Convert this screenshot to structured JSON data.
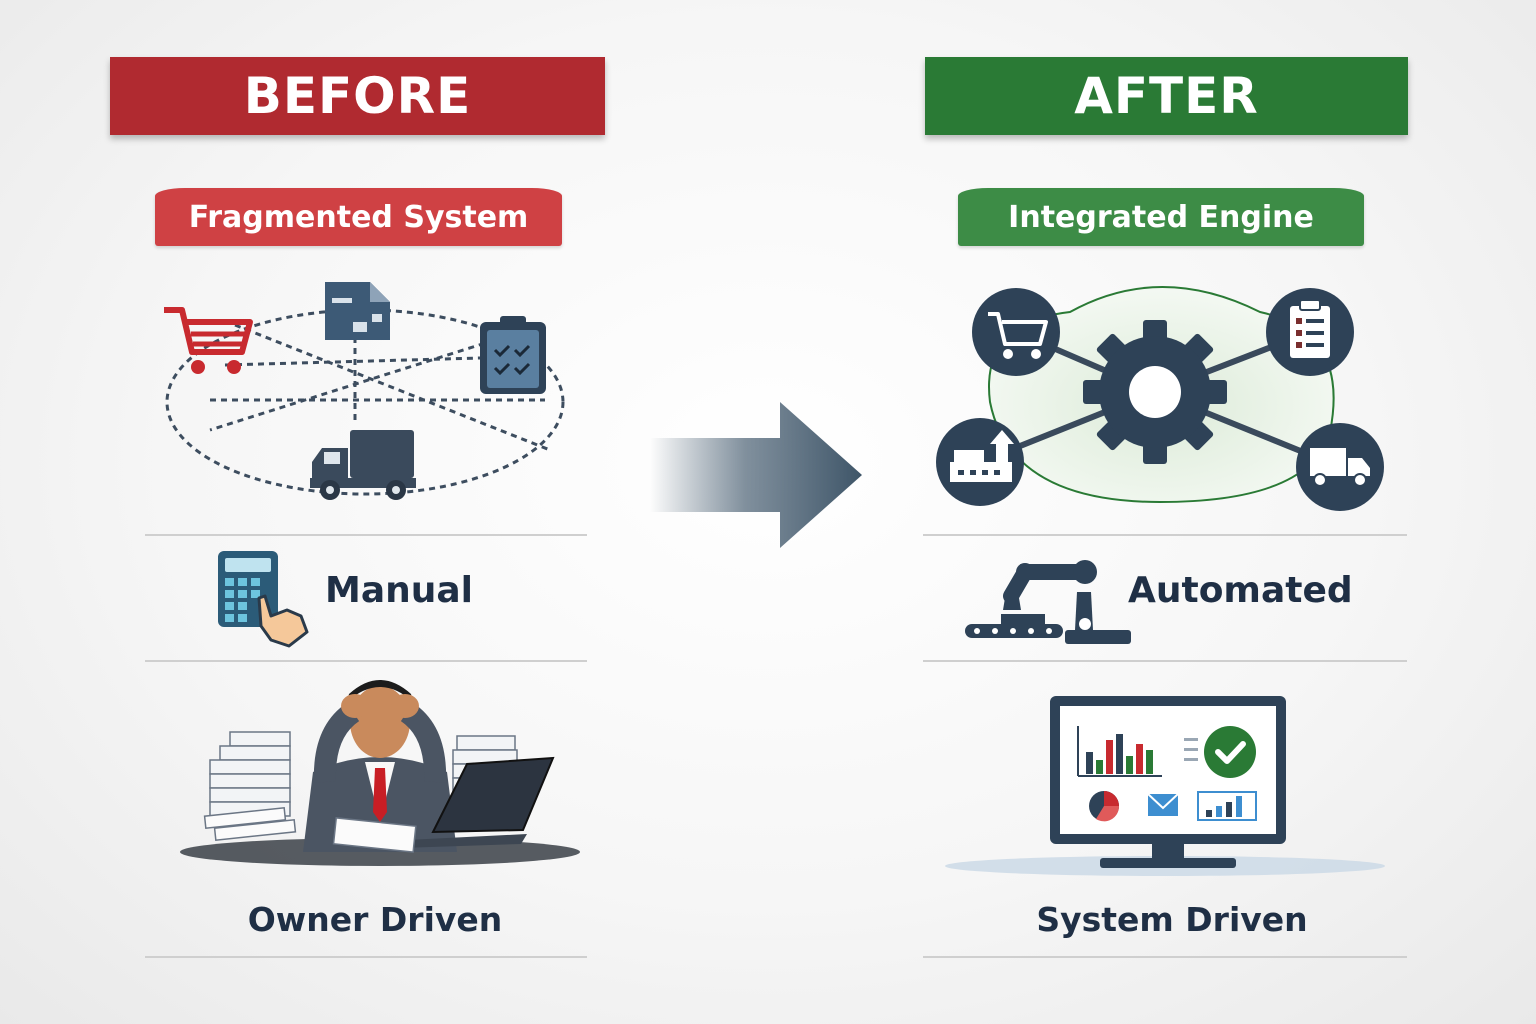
{
  "before": {
    "heading": "BEFORE",
    "subheading": "Fragmented System",
    "process_label": "Manual",
    "driver_label": "Owner Driven"
  },
  "after": {
    "heading": "AFTER",
    "subheading": "Integrated Engine",
    "process_label": "Automated",
    "driver_label": "System Driven"
  },
  "colors": {
    "before_accent": "#b02a30",
    "before_sub": "#cf4144",
    "after_accent": "#2a7a35",
    "after_sub": "#3d8c46",
    "icon_dark": "#2e4257",
    "text": "#1f2f45"
  },
  "icons": {
    "before": [
      "shopping-cart-icon",
      "document-icon",
      "clipboard-checklist-icon",
      "truck-icon",
      "calculator-hand-icon",
      "stressed-person-illustration"
    ],
    "after": [
      "gear-hub-icon",
      "shopping-cart-icon",
      "clipboard-icon",
      "factory-icon",
      "truck-icon",
      "robot-arm-icon",
      "dashboard-monitor-icon"
    ],
    "transition": "right-arrow-icon"
  }
}
